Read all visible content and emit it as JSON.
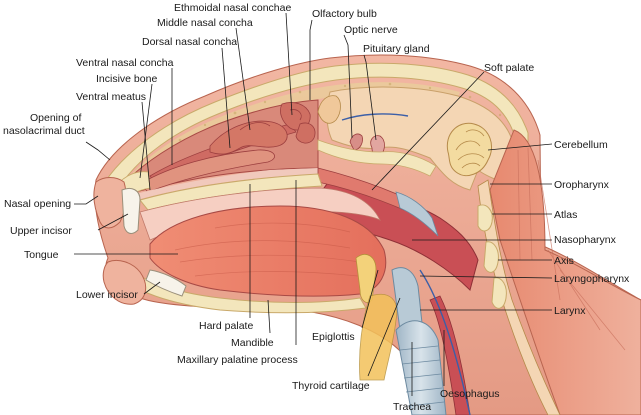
{
  "labels": {
    "ethmoidal_nasal_conchae": "Ethmoidal nasal conchae",
    "middle_nasal_concha": "Middle nasal concha",
    "dorsal_nasal_concha": "Dorsal nasal concha",
    "ventral_nasal_concha": "Ventral nasal concha",
    "incisive_bone": "Incisive bone",
    "ventral_meatus": "Ventral meatus",
    "opening_nasolacrimal_1": "Opening of",
    "opening_nasolacrimal_2": "nasolacrimal duct",
    "nasal_opening": "Nasal opening",
    "upper_incisor": "Upper incisor",
    "tongue": "Tongue",
    "lower_incisor": "Lower incisor",
    "hard_palate": "Hard palate",
    "mandible": "Mandible",
    "maxillary_palatine_process": "Maxillary palatine process",
    "olfactory_bulb": "Olfactory bulb",
    "optic_nerve": "Optic nerve",
    "pituitary_gland": "Pituitary gland",
    "soft_palate": "Soft palate",
    "cerebellum": "Cerebellum",
    "oropharynx": "Oropharynx",
    "atlas": "Atlas",
    "nasopharynx": "Nasopharynx",
    "axis": "Axis",
    "laryngopharynx": "Laryngopharynx",
    "larynx": "Larynx",
    "epiglottis": "Epiglottis",
    "thyroid_cartilage": "Thyroid cartilage",
    "oesophagus": "Oesophagus",
    "trachea": "Trachea"
  },
  "colors": {
    "skin": "#e9a28e",
    "muscle": "#d9614e",
    "bone": "#f3e6bc",
    "mucosa": "#c94f55",
    "cartilage": "#b8cad6",
    "brain": "#f4d6b4",
    "tongue": "#e8806a",
    "fat": "#f3c15a",
    "vessel": "#3b5fa8"
  }
}
